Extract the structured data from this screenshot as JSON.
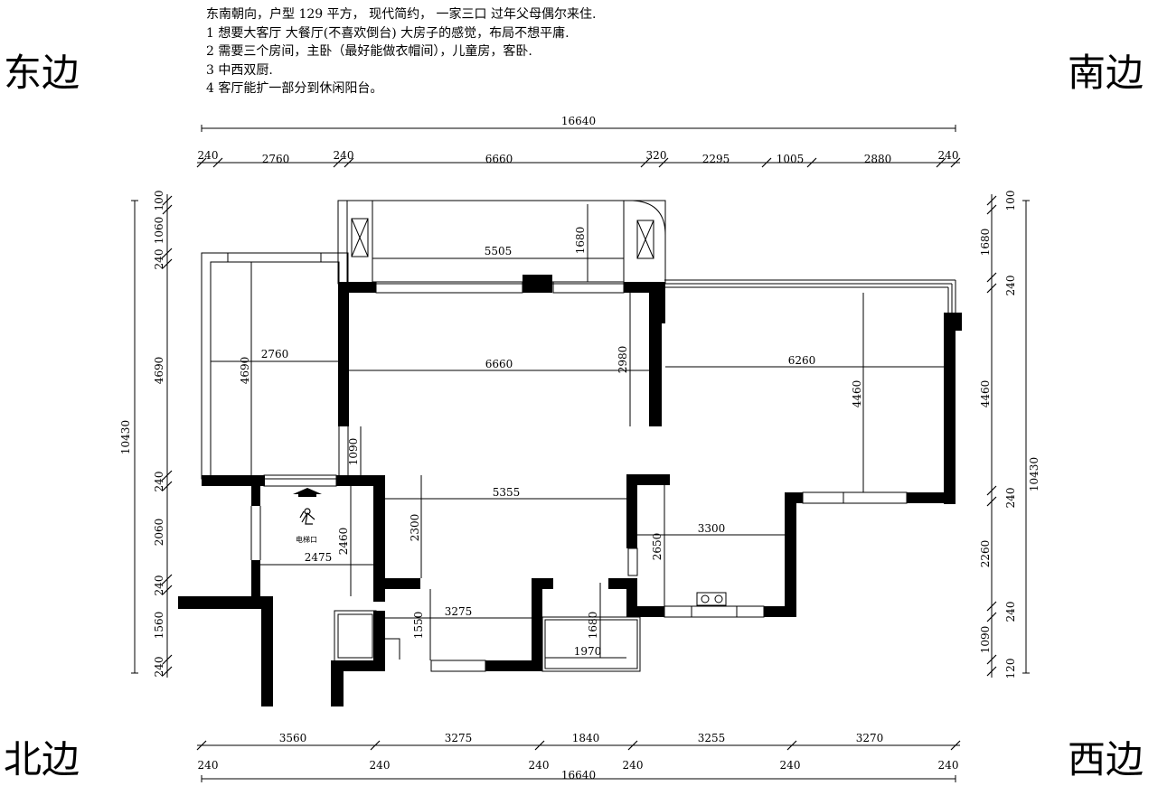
{
  "notes": {
    "line0": "东南朝向，户型 129 平方， 现代简约， 一家三口 过年父母偶尔来住.",
    "line1": "1 想要大客厅 大餐厅(不喜欢倒台) 大房子的感觉，布局不想平庸.",
    "line2": "2 需要三个房间，主卧（最好能做衣帽间），儿童房，客卧.",
    "line3": "3 中西双厨.",
    "line4": "4 客厅能扩一部分到休闲阳台。"
  },
  "directions": {
    "east": "东边",
    "south": "南边",
    "north": "北边",
    "west": "西边"
  },
  "dims": {
    "top_total": "16640",
    "top": {
      "a": "240",
      "b": "2760",
      "c": "240",
      "d": "6660",
      "e": "320",
      "f": "2295",
      "g": "1005",
      "h": "2880",
      "i": "240"
    },
    "bottom_upper": {
      "a": "3560",
      "b": "3275",
      "c": "1840",
      "d": "3255",
      "e": "3270"
    },
    "bottom_lower": {
      "a": "240",
      "b": "240",
      "c": "240",
      "d": "240",
      "e": "240",
      "f": "240"
    },
    "bottom_total": "16640",
    "left_total": "10430",
    "left": {
      "a": "100",
      "b": "1060",
      "c": "240",
      "d": "4690",
      "e": "240",
      "f": "2060",
      "g": "240",
      "h": "1560",
      "i": "240"
    },
    "right_total": "10430",
    "right": {
      "a": "100",
      "b": "1680",
      "c": "240",
      "d": "4460",
      "e": "240",
      "f": "2260",
      "g": "240",
      "h": "1090",
      "i": "120"
    }
  },
  "rooms": {
    "balcony_width": "5505",
    "balcony_depth": "1680",
    "east_room_width": "2760",
    "east_room_depth": "4690",
    "living_width": "6660",
    "living_wall": "2980",
    "south_room_width": "6260",
    "south_room_depth": "4460",
    "corridor": "1090",
    "dining_width": "5355",
    "dining_depth": "2300",
    "lobby_width": "2475",
    "lobby_depth": "2460",
    "elevator_label": "电梯口",
    "kitchen_width": "3275",
    "kitchen_depth": "1550",
    "wc_width": "1970",
    "wc_depth": "1680",
    "room3_width": "3300",
    "room3_depth": "2650"
  }
}
